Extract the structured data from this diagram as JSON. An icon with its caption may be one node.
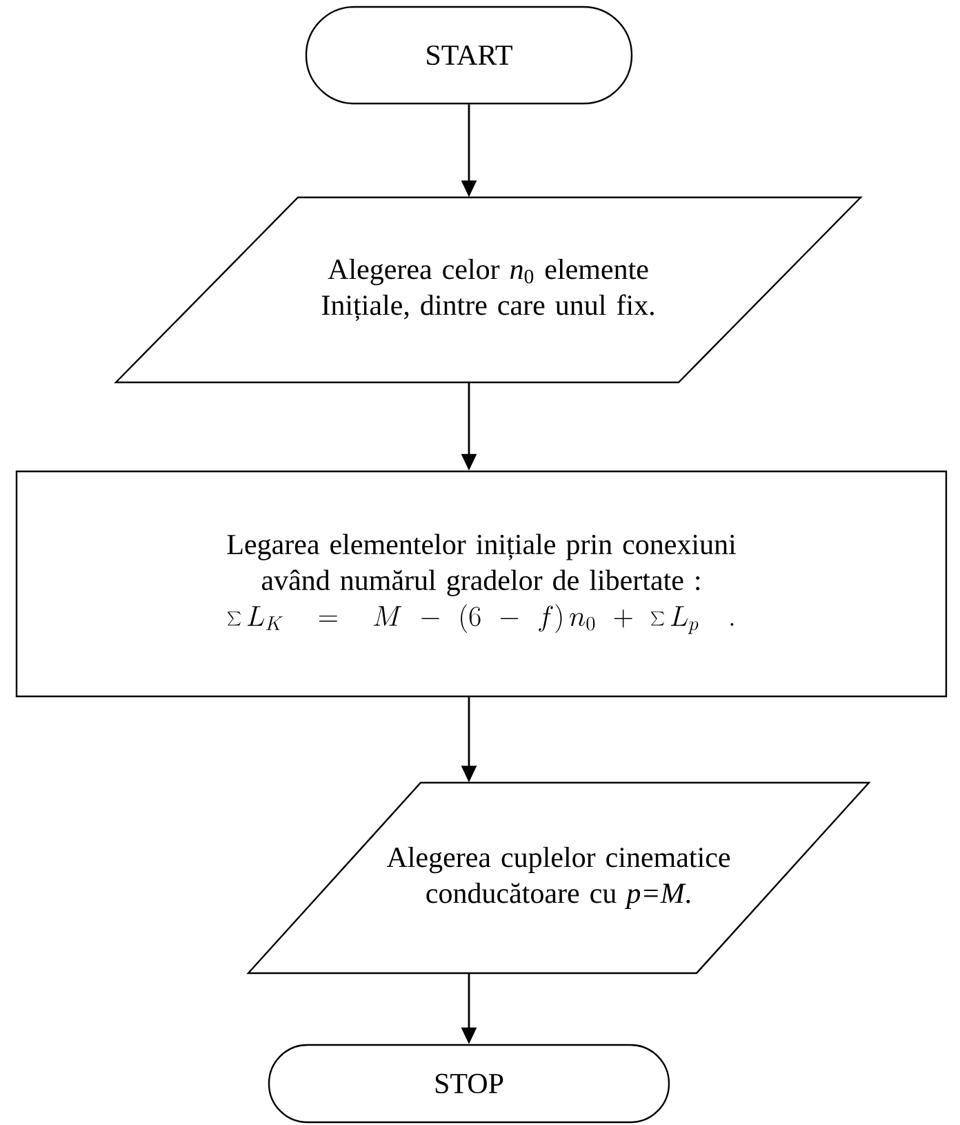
{
  "diagram": {
    "nodes": [
      {
        "text": [
          "START"
        ]
      },
      {
        "text": [
          "Alegerea celor *n*$_{0}$ elemente Inițiale, dintre care unul fix."
        ]
      },
      {
        "text": [
          "Legarea elementelor inițiale prin conexiuni având numărul gradelor de libertate :",
          "\\sum L_K = M - (6 - f)\\,n_0 + \\sum L_p\\quad ."
        ]
      },
      {
        "text": [
          "Alegerea cuplelor cinematice conducătoare cu *p=M*."
        ]
      },
      {
        "text": [
          "STOP"
        ]
      }
    ],
    "edges": [
      {
        "from": 0,
        "to": 1,
        "arrow": "to"
      },
      {
        "from": 1,
        "to": 2,
        "arrow": "to"
      },
      {
        "from": 2,
        "to": 3,
        "arrow": "to"
      },
      {
        "from": 3,
        "to": 4,
        "arrow": "to"
      }
    ]
  }
}
